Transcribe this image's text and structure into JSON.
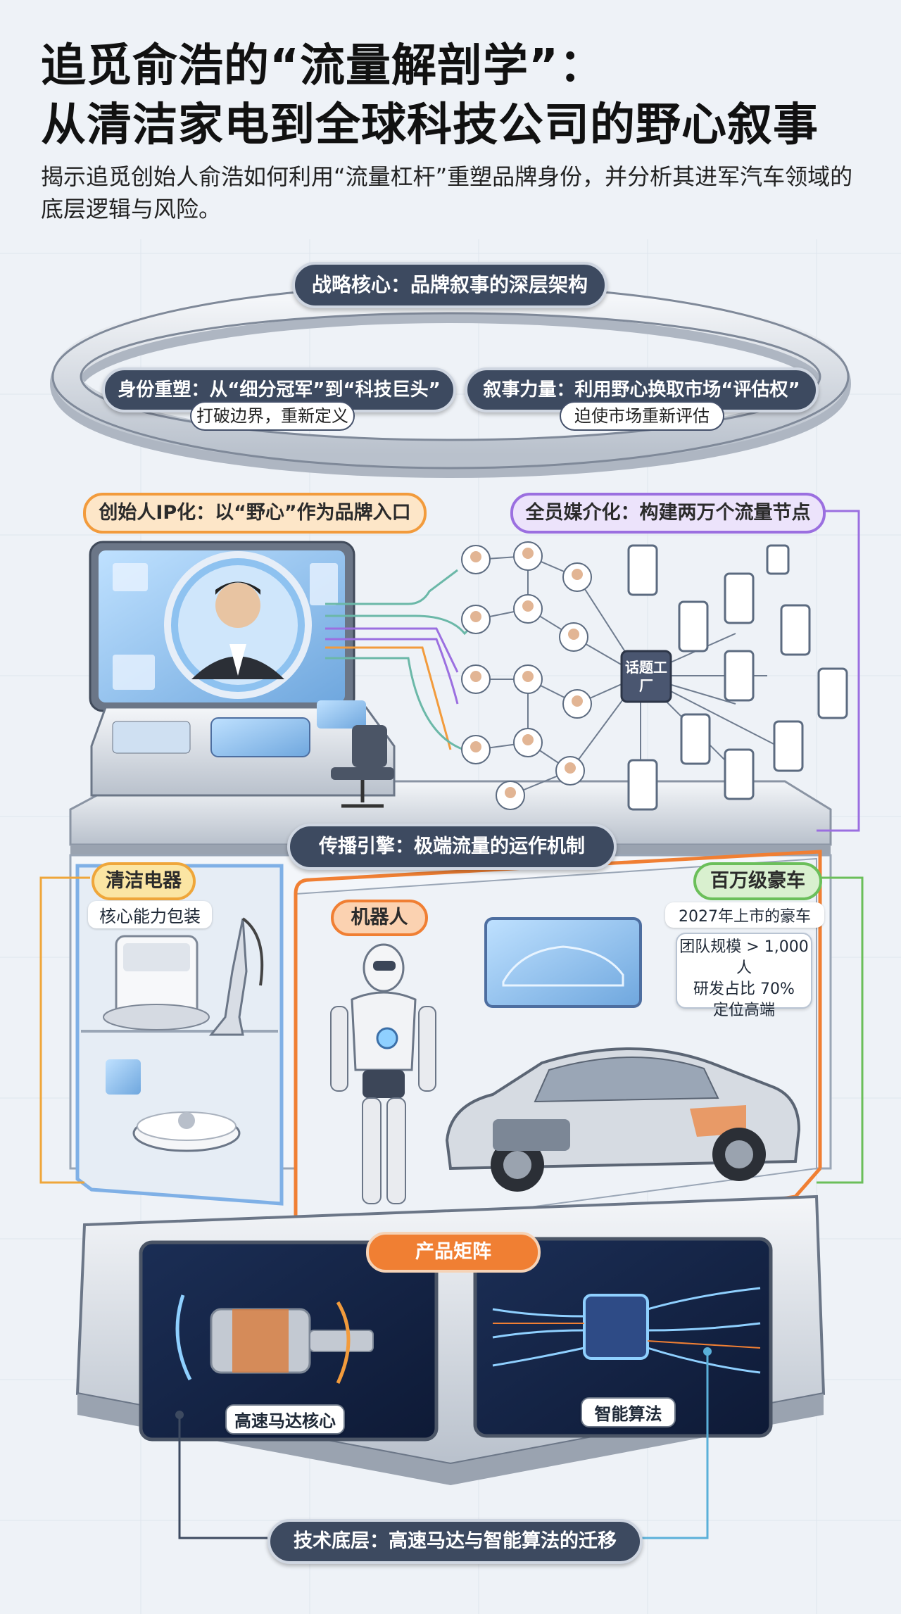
{
  "header": {
    "title_line1": "追觅俞浩的“流量解剖学”：",
    "title_line2": "从清洁家电到全球科技公司的野心叙事",
    "subtitle": "揭示追觅创始人俞浩如何利用“流量杠杆”重塑品牌身份，并分析其进军汽车领域的底层逻辑与风险。"
  },
  "top_ring": {
    "main_label": "战略核心：品牌叙事的深层架构",
    "left_label": "身份重塑：从“细分冠军”到“科技巨头”",
    "left_sub": "打破边界，重新定义",
    "right_label": "叙事力量：利用野心换取市场“评估权”",
    "right_sub": "迫使市场重新评估"
  },
  "middle": {
    "founder_tag": "创始人IP化：以“野心”作为品牌入口",
    "media_tag": "全员媒介化：构建两万个流量节点",
    "hub_label": "话题工厂",
    "engine_label": "传播引擎：极端流量的运作机制"
  },
  "lower": {
    "cleaning_tag": "清洁电器",
    "cleaning_sub": "核心能力包装",
    "robot_tag": "机器人",
    "car_tag": "百万级豪车",
    "car_sub": "2027年上市的豪车",
    "car_note_line1": "团队规模 > 1,000人",
    "car_note_line2": "研发占比 70%",
    "car_note_line3": "定位高端",
    "product_tag": "产品矩阵"
  },
  "bottom": {
    "motor_label": "高速马达核心",
    "algo_label": "智能算法",
    "base_label": "技术底层：高速马达与智能算法的迁移"
  },
  "colors": {
    "pill_dark": "#3d4a60",
    "orange": "#f29b3c",
    "purple": "#9b6fe0",
    "green": "#6bbf5a",
    "blue": "#7fb0e6"
  }
}
